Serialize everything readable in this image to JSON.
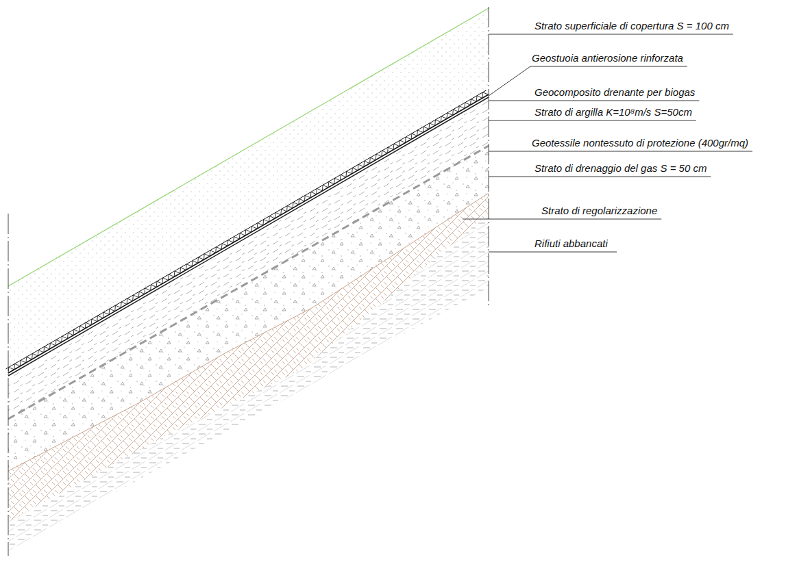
{
  "diagram": {
    "labels": [
      "Strato superficiale di copertura S = 100 cm",
      "Geostuoia antierosione rinforzata",
      "Geocomposito drenante per biogas",
      "Strato di argilla K=10⁸m/s S=50cm",
      "Geotessile nontessuto di protezione (400gr/mq)",
      "Strato di drenaggio del gas S = 50 cm",
      "Strato di regolarizzazione",
      "Rifiuti abbancati"
    ]
  }
}
